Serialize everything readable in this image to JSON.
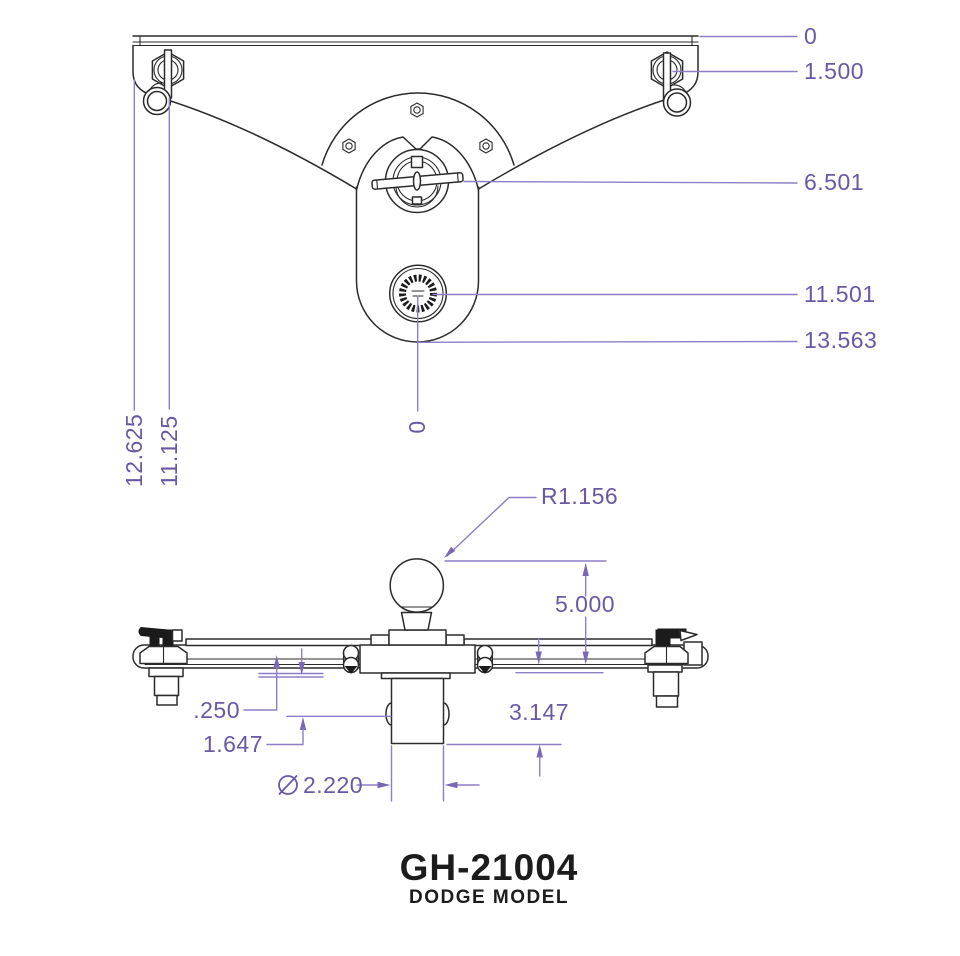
{
  "title": {
    "model": "GH-21004",
    "subtitle": "DODGE MODEL"
  },
  "colors": {
    "dimension_text": "#6a58a5",
    "dimension_line": "#8d7ec6",
    "drawing_line": "#2b2b2b",
    "background": "#ffffff"
  },
  "top_view": {
    "description": "gooseneck hitch head, top view with ordinate dimensions",
    "dims_right": [
      {
        "value": "0"
      },
      {
        "value": "1.500"
      },
      {
        "value": "6.501"
      },
      {
        "value": "11.501"
      },
      {
        "value": "13.563"
      }
    ],
    "dims_left_rotated": [
      {
        "value": "12.625"
      },
      {
        "value": "11.125"
      }
    ],
    "dim_bottom": {
      "value": "0"
    }
  },
  "front_view": {
    "description": "gooseneck hitch ball and crossbar, front view",
    "dims": {
      "ball_radius": "R1.156",
      "ball_height": "5.000",
      "plate_offset": ".250",
      "pin_height": "1.647",
      "shank_length": "3.147",
      "shank_diameter_symbol": "⌀",
      "shank_diameter_value": "2.220"
    }
  }
}
